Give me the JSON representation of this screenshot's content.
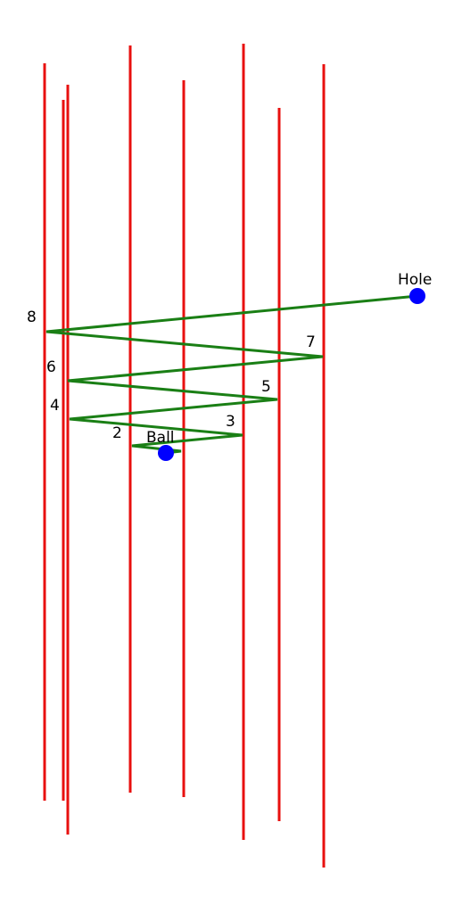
{
  "colors": {
    "background": "#ffffff",
    "wall": "#e8100f",
    "path": "#1a7f15",
    "ball": "#0000ff"
  },
  "labels": {
    "ball": "Ball",
    "hole": "Hole",
    "bounces": [
      "2",
      "3",
      "4",
      "5",
      "6",
      "7",
      "8"
    ]
  }
}
